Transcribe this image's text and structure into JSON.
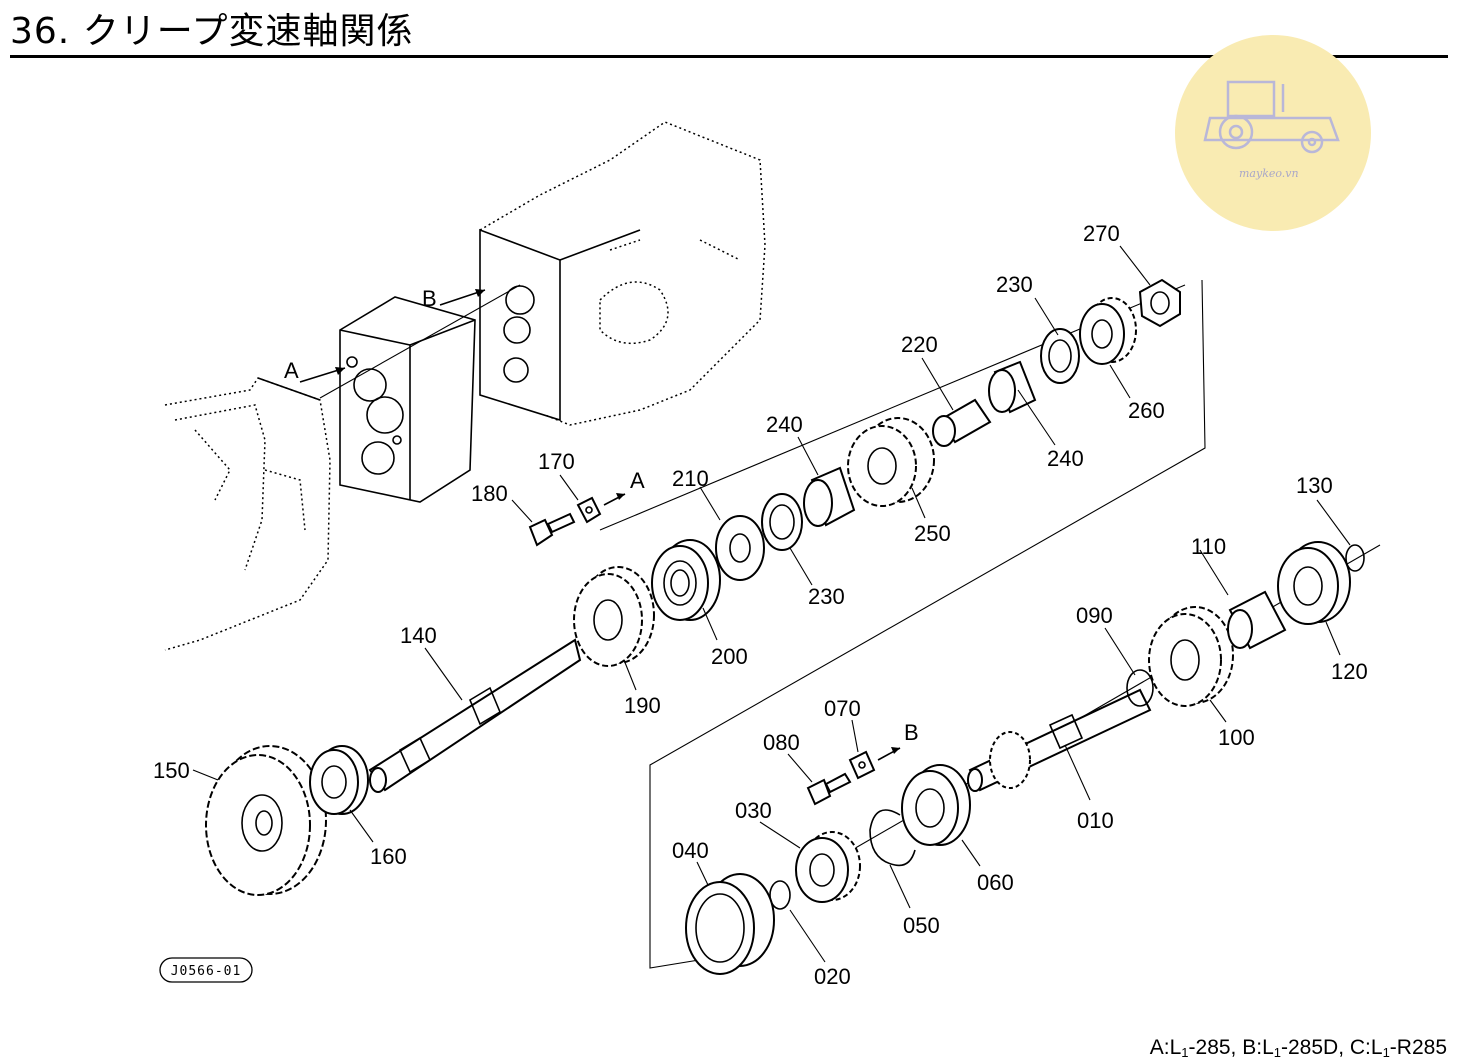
{
  "header": {
    "title": "36. クリープ変速軸関係"
  },
  "watermark": {
    "text": "maykeo.vn",
    "color": "#f7e7a8",
    "icon": "tractor-icon"
  },
  "diagram": {
    "code": "J0566-01",
    "arrows": {
      "a": "A",
      "b": "B"
    },
    "parts": [
      "010",
      "020",
      "030",
      "040",
      "050",
      "060",
      "070",
      "080",
      "090",
      "100",
      "110",
      "120",
      "130",
      "140",
      "150",
      "160",
      "170",
      "180",
      "190",
      "200",
      "210",
      "220",
      "230",
      "240",
      "250",
      "260",
      "270"
    ],
    "labels": {
      "p010": "010",
      "p020": "020",
      "p030": "030",
      "p040": "040",
      "p050": "050",
      "p060": "060",
      "p070": "070",
      "p080": "080",
      "p090": "090",
      "p100": "100",
      "p110": "110",
      "p120": "120",
      "p130": "130",
      "p140": "140",
      "p150": "150",
      "p160": "160",
      "p170": "170",
      "p180": "180",
      "p190": "190",
      "p200": "200",
      "p210": "210",
      "p220": "220",
      "p230a": "230",
      "p230b": "230",
      "p240a": "240",
      "p240b": "240",
      "p250": "250",
      "p260": "260",
      "p270": "270"
    }
  },
  "footer": {
    "models": "A:L1-285, B:L1-285D, C:L1-R285",
    "a_prefix": "A:L",
    "a_sub": "1",
    "a_model": "-285, ",
    "b_prefix": "B:L",
    "b_sub": "1",
    "b_model": "-285D, ",
    "c_prefix": "C:L",
    "c_sub": "1",
    "c_model": "-R285"
  }
}
